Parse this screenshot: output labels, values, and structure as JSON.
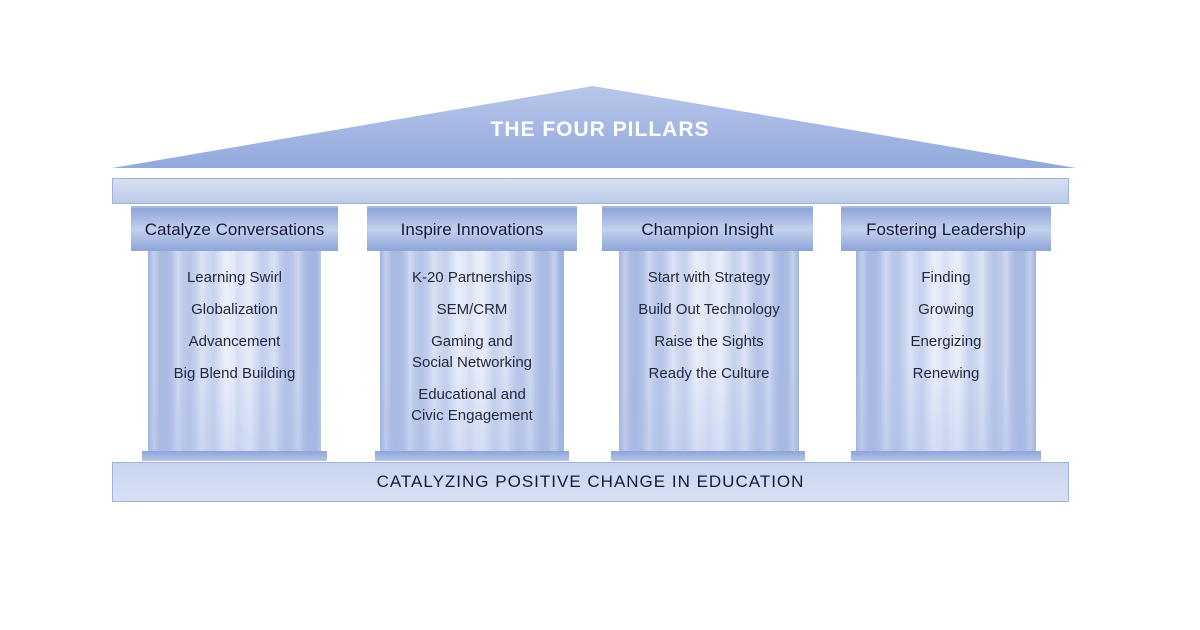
{
  "roof": {
    "title": "THE FOUR PILLARS"
  },
  "pillars": [
    {
      "heading": "Catalyze Conversations",
      "items": [
        "Learning Swirl",
        "Globalization",
        "Advancement",
        "Big Blend Building"
      ]
    },
    {
      "heading": "Inspire Innovations",
      "items": [
        "K-20 Partnerships",
        "SEM/CRM",
        "Gaming and\nSocial Networking",
        "Educational and\nCivic Engagement"
      ]
    },
    {
      "heading": "Champion Insight",
      "items": [
        "Start with Strategy",
        "Build Out Technology",
        "Raise the Sights",
        "Ready the Culture"
      ]
    },
    {
      "heading": "Fostering Leadership",
      "items": [
        "Finding",
        "Growing",
        "Energizing",
        "Renewing"
      ]
    }
  ],
  "foundation": {
    "label": "CATALYZING POSITIVE CHANGE IN EDUCATION"
  },
  "colors": {
    "roof": "#a4b6e2",
    "capital": "#8ea4d8",
    "shaft": "#cfdaf2",
    "text_dark": "#14183a"
  }
}
